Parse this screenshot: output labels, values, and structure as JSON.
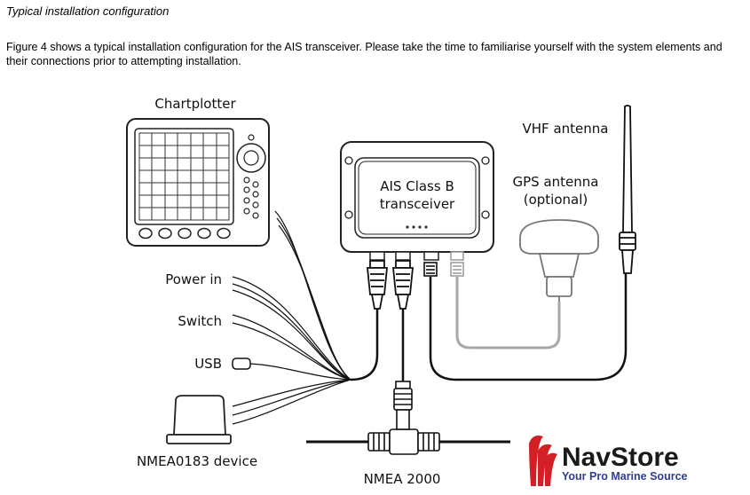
{
  "document": {
    "heading": "Typical installation configuration",
    "paragraph": "Figure 4 shows a typical installation configuration for the AIS transceiver. Please take the time to familiarise yourself with the system elements and their connections prior to attempting installation."
  },
  "diagram": {
    "chartplotter": "Chartplotter",
    "transceiver_line1": "AIS Class B",
    "transceiver_line2": "transceiver",
    "vhf_antenna": "VHF antenna",
    "gps_line1": "GPS antenna",
    "gps_line2": "(optional)",
    "power_in": "Power in",
    "switch": "Switch",
    "usb": "USB",
    "nmea0183": "NMEA0183 device",
    "nmea2000": "NMEA 2000"
  },
  "logo": {
    "name": "NavStore",
    "tagline": "Your Pro Marine Source",
    "accent_color": "#d32027",
    "tagline_color": "#2f3e8f"
  }
}
